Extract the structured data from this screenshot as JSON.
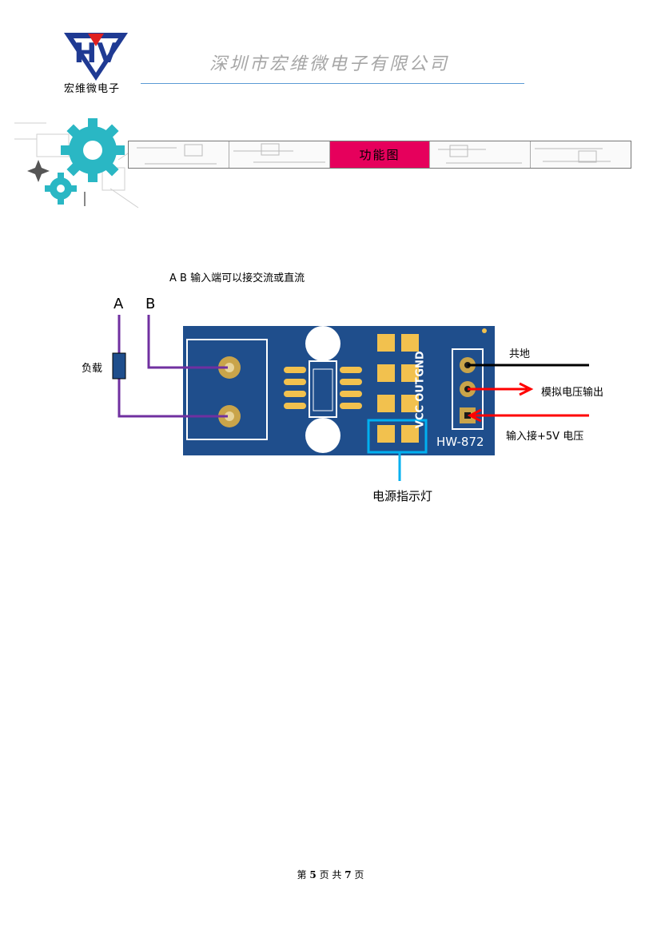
{
  "header": {
    "logo_text": "宏维微电子",
    "company": "深圳市宏维微电子有限公司"
  },
  "banner": {
    "title": "功能图"
  },
  "diagram": {
    "note": "A B 输入端可以接交流或直流",
    "terminal_a": "A",
    "terminal_b": "B",
    "load_label": "负载",
    "pins": [
      "GND",
      "OUT",
      "VCC"
    ],
    "board_model": "HW-872",
    "gnd_label": "共地",
    "out_label": "模拟电压输出",
    "vcc_label": "输入接+5V 电压",
    "led_label": "电源指示灯",
    "colors": {
      "board": "#1f4e8c",
      "pad": "#f2c14e",
      "wire": "#7030a0",
      "arrow": "#ff0000",
      "highlight": "#00b0f0",
      "banner_accent": "#e6005c"
    }
  },
  "footer": {
    "prefix": "第",
    "page": "5",
    "mid": "页 共",
    "total": "7",
    "suffix": "页"
  }
}
